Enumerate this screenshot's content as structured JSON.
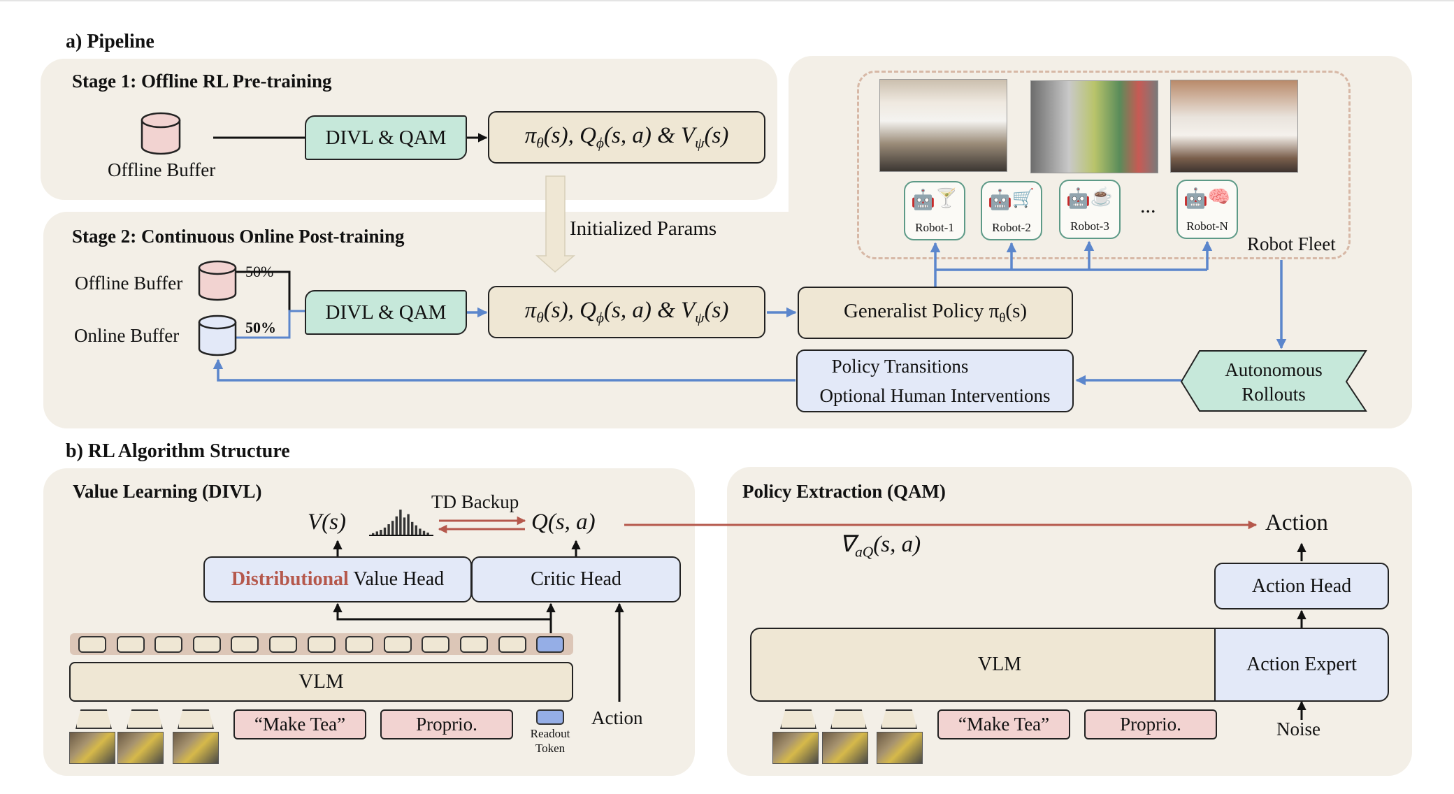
{
  "section_a": "a) Pipeline",
  "section_b": "b) RL Algorithm Structure",
  "stage1": {
    "title": "Stage 1: Offline RL Pre-training",
    "buffer": "Offline Buffer",
    "divl_qam": "DIVL & QAM",
    "params": "π_θ(s), Q_ϕ(s, a) & V_ψ(s)"
  },
  "init_params": "Initialized Params",
  "stage2": {
    "title": "Stage 2: Continuous Online Post-training",
    "offline_buffer": "Offline Buffer",
    "online_buffer": "Online Buffer",
    "offline_pct": "50%",
    "online_pct": "50%",
    "divl_qam": "DIVL & QAM",
    "params": "π_θ(s), Q_ϕ(s, a) & V_ψ(s)",
    "generalist": "Generalist Policy π_θ(s)",
    "transitions_1": "Policy Transitions",
    "transitions_2": "Optional Human Interventions",
    "rollouts_1": "Autonomous",
    "rollouts_2": "Rollouts"
  },
  "fleet": {
    "label": "Robot Fleet",
    "ellipsis": "...",
    "robots": [
      {
        "name": "Robot-1",
        "task_icon": "cocktail-glass-icon",
        "glyph": "🍸"
      },
      {
        "name": "Robot-2",
        "task_icon": "shopping-cart-icon",
        "glyph": "🛒"
      },
      {
        "name": "Robot-3",
        "task_icon": "coffee-cup-icon",
        "glyph": "☕"
      },
      {
        "name": "Robot-N",
        "task_icon": "brain-icon",
        "glyph": "🧠"
      }
    ]
  },
  "value": {
    "title": "Value Learning (DIVL)",
    "v": "V(s)",
    "q": "Q(s, a)",
    "td": "TD Backup",
    "dist_word": "Distributional",
    "value_head_rest": " Value Head",
    "critic": "Critic Head",
    "vlm": "VLM",
    "instruction": "“Make Tea”",
    "proprio": "Proprio.",
    "readout_1": "Readout",
    "readout_2": "Token",
    "action": "Action"
  },
  "policy": {
    "title": "Policy Extraction (QAM)",
    "grad": "∇_aQ(s, a)",
    "action": "Action",
    "action_head": "Action Head",
    "vlm": "VLM",
    "expert": "Action Expert",
    "instruction": "“Make Tea”",
    "proprio": "Proprio.",
    "noise": "Noise"
  },
  "histogram": [
    4,
    7,
    10,
    14,
    20,
    26,
    34,
    46,
    32,
    38,
    24,
    18,
    12,
    8,
    5
  ],
  "colors": {
    "panel": "#f3efe7",
    "beige": "#efe7d4",
    "green": "#c6e8da",
    "blue_box": "#e3e9f8",
    "pink": "#f2d3d1",
    "arrow_blue": "#5b86cc",
    "arrow_red": "#b5584c",
    "dist_red": "#b5584c",
    "robot_green": "#5d9a87"
  }
}
